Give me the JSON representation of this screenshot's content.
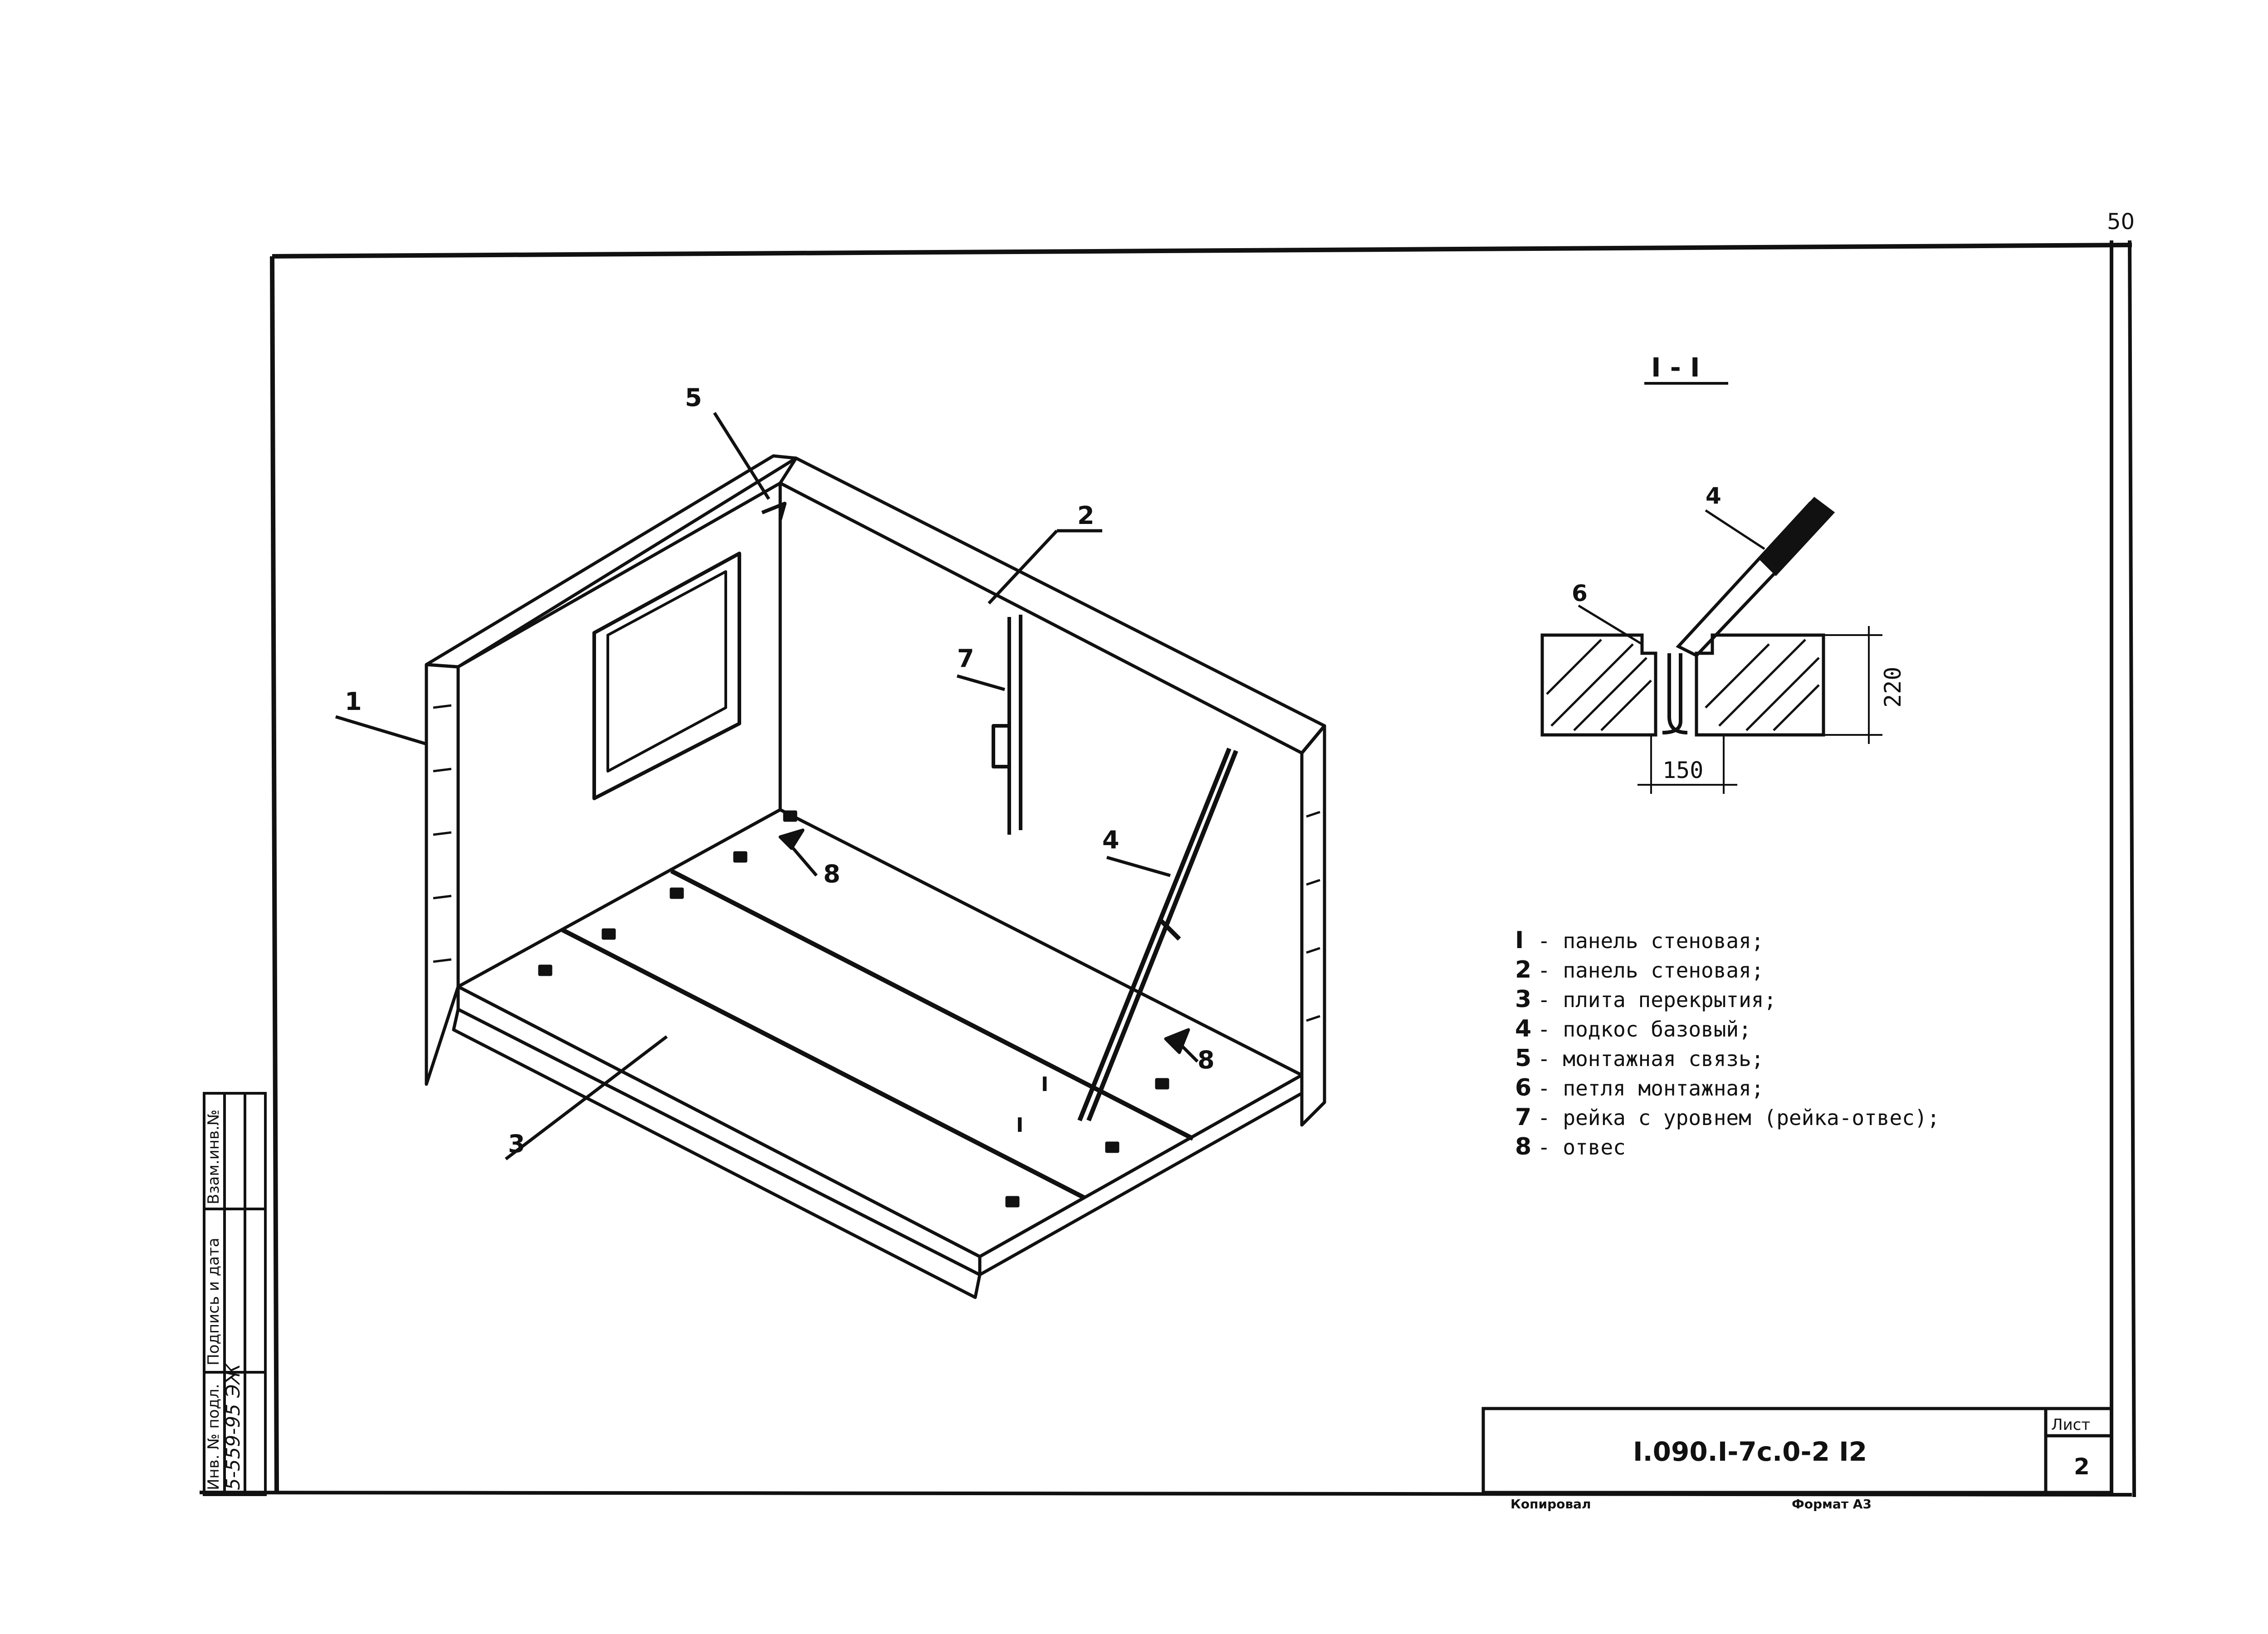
{
  "sheet": {
    "page_number": "50",
    "section_title": "I - I",
    "document_code": "I.090.I-7с.0-2 I2",
    "sheet_label": "Лист",
    "sheet_number": "2",
    "footer_copied": "Копировал",
    "footer_format": "Формат А3"
  },
  "stamp": {
    "col1": "Инв. № подл.",
    "col2": "Подпись и дата",
    "col3": "Взам.инв.№",
    "handwritten": "5-559-95 ЭЖ"
  },
  "drawing_labels": [
    "1",
    "2",
    "3",
    "4",
    "5",
    "7",
    "8",
    "8",
    "I",
    "I"
  ],
  "section_view": {
    "labels": [
      "4",
      "6"
    ],
    "dim_width": "150",
    "dim_height": "220"
  },
  "legend": [
    {
      "num": "I",
      "text": "- панель стеновая;"
    },
    {
      "num": "2",
      "text": "- панель стеновая;"
    },
    {
      "num": "3",
      "text": "- плита перекрытия;"
    },
    {
      "num": "4",
      "text": "- подкос базовый;"
    },
    {
      "num": "5",
      "text": "- монтажная связь;"
    },
    {
      "num": "6",
      "text": "- петля монтажная;"
    },
    {
      "num": "7",
      "text": "- рейка с уровнем (рейка-отвес);"
    },
    {
      "num": "8",
      "text": "- отвес"
    }
  ]
}
